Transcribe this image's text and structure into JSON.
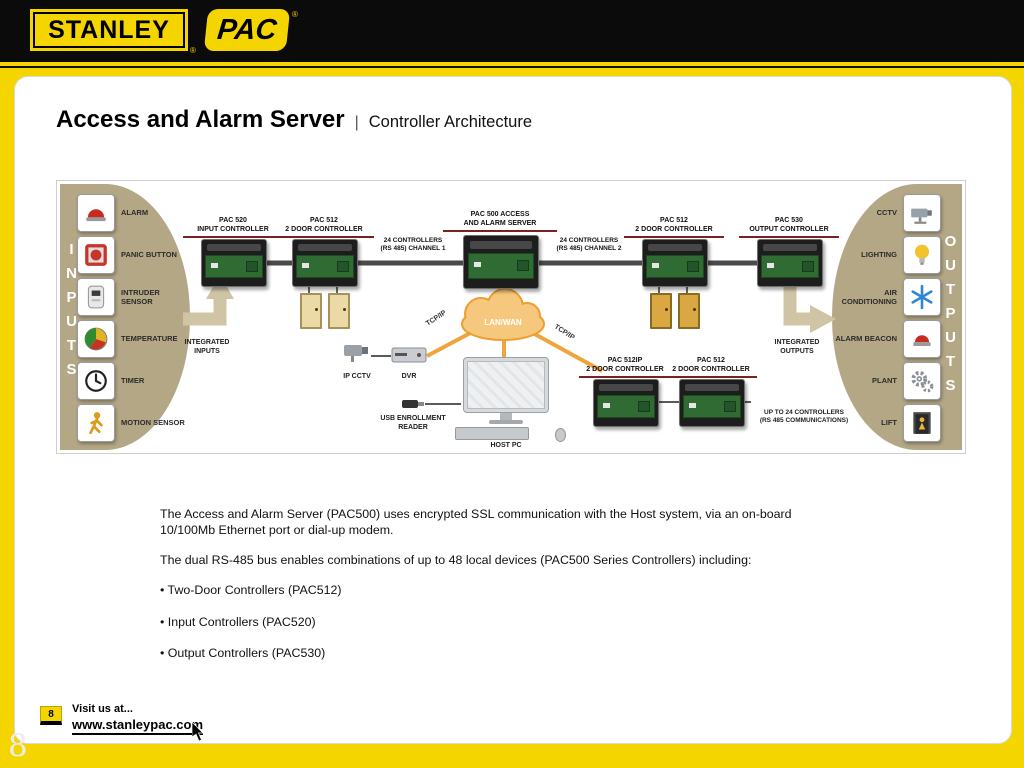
{
  "colors": {
    "brand_yellow": "#F5D500",
    "bar_black": "#0B0B0B",
    "panel_tan": "#B3A786",
    "accent_orange": "#F0A43C",
    "label_underline_maroon": "#7B2121",
    "pcb_green": "#2F6B33"
  },
  "page": {
    "big_page_number": "8"
  },
  "header": {
    "stanley": "STANLEY",
    "pac": "PAC",
    "reg": "®"
  },
  "title": {
    "main": "Access and Alarm Server",
    "sep": "|",
    "sub": "Controller Architecture"
  },
  "diagram": {
    "inputs_title": "INPUTS",
    "outputs_title": "OUTPUTS",
    "inputs": [
      {
        "label": "ALARM",
        "icon": "alarm-bell-icon"
      },
      {
        "label": "PANIC BUTTON",
        "icon": "panic-button-icon"
      },
      {
        "label": "INTRUDER SENSOR",
        "icon": "intruder-sensor-icon"
      },
      {
        "label": "TEMPERATURE",
        "icon": "temperature-pie-icon"
      },
      {
        "label": "TIMER",
        "icon": "timer-clock-icon"
      },
      {
        "label": "MOTION SENSOR",
        "icon": "motion-sensor-icon"
      }
    ],
    "outputs": [
      {
        "label": "CCTV",
        "icon": "cctv-camera-icon"
      },
      {
        "label": "LIGHTING",
        "icon": "light-bulb-icon"
      },
      {
        "label": "AIR CONDITIONING",
        "icon": "snowflake-icon"
      },
      {
        "label": "ALARM BEACON",
        "icon": "alarm-beacon-icon"
      },
      {
        "label": "PLANT",
        "icon": "gears-icon"
      },
      {
        "label": "LIFT",
        "icon": "lift-icon"
      }
    ],
    "controllers": [
      {
        "line1": "PAC 520",
        "line2": "INPUT CONTROLLER"
      },
      {
        "line1": "PAC 512",
        "line2": "2 DOOR CONTROLLER"
      },
      {
        "line1": "PAC 500 ACCESS",
        "line2": "AND ALARM SERVER"
      },
      {
        "line1": "PAC 512",
        "line2": "2 DOOR CONTROLLER"
      },
      {
        "line1": "PAC 530",
        "line2": "OUTPUT CONTROLLER"
      }
    ],
    "channel1": {
      "line1": "24 CONTROLLERS",
      "line2": "(RS 485) CHANNEL 1"
    },
    "channel2": {
      "line1": "24 CONTROLLERS",
      "line2": "(RS 485) CHANNEL 2"
    },
    "integrated_inputs": {
      "line1": "INTEGRATED",
      "line2": "INPUTS"
    },
    "integrated_outputs": {
      "line1": "INTEGRATED",
      "line2": "OUTPUTS"
    },
    "cloud_label": "LAN/WAN",
    "tcpip_left": "TCP/IP",
    "tcpip_right": "TCP/IP",
    "ip_cctv_label": "IP CCTV",
    "dvr_label": "DVR",
    "usb_reader": {
      "line1": "USB ENROLLMENT",
      "line2": "READER"
    },
    "host_pc_label": "HOST PC",
    "pac512ip": {
      "line1": "PAC 512IP",
      "line2": "2 DOOR CONTROLLER"
    },
    "pac512_bottom": {
      "line1": "PAC 512",
      "line2": "2 DOOR CONTROLLER"
    },
    "rs485_bottom": {
      "line1": "UP TO 24 CONTROLLERS",
      "line2": "(RS 485 COMMUNICATIONS)"
    }
  },
  "body": {
    "p1": "The Access and Alarm Server (PAC500) uses encrypted SSL communication with the Host system, via an on-board 10/100Mb Ethernet port or dial-up modem.",
    "p2": "The dual RS-485 bus enables combinations of up to 48 local devices (PAC500 Series Controllers) including:",
    "bullet1": "• Two-Door Controllers (PAC512)",
    "bullet2": "• Input Controllers  (PAC520)",
    "bullet3": "• Output Controllers (PAC530)"
  },
  "footer": {
    "page_badge": "8",
    "visit_line": "Visit us at...",
    "url": "www.stanleypac.com"
  }
}
